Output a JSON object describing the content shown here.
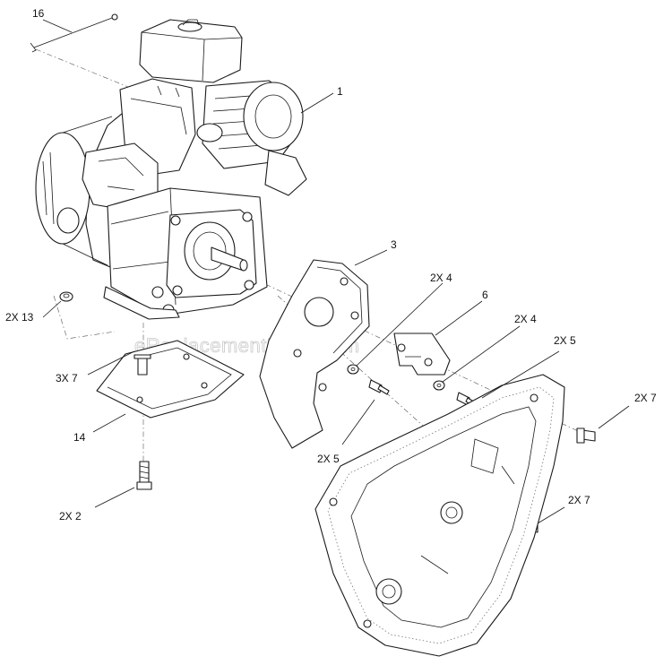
{
  "watermark": "eReplacementParts.com",
  "callouts": [
    {
      "id": "16",
      "text": "16"
    },
    {
      "id": "1",
      "text": "1"
    },
    {
      "id": "3",
      "text": "3"
    },
    {
      "id": "2x4a",
      "text": "2X 4"
    },
    {
      "id": "6",
      "text": "6"
    },
    {
      "id": "2x4b",
      "text": "2X 4"
    },
    {
      "id": "2x5a",
      "text": "2X 5"
    },
    {
      "id": "2x13",
      "text": "2X 13"
    },
    {
      "id": "3x7",
      "text": "3X 7"
    },
    {
      "id": "2x7a",
      "text": "2X 7"
    },
    {
      "id": "14",
      "text": "14"
    },
    {
      "id": "2x5b",
      "text": "2X  5"
    },
    {
      "id": "2x7b",
      "text": "2X 7"
    },
    {
      "id": "2x2",
      "text": "2X  2"
    }
  ]
}
